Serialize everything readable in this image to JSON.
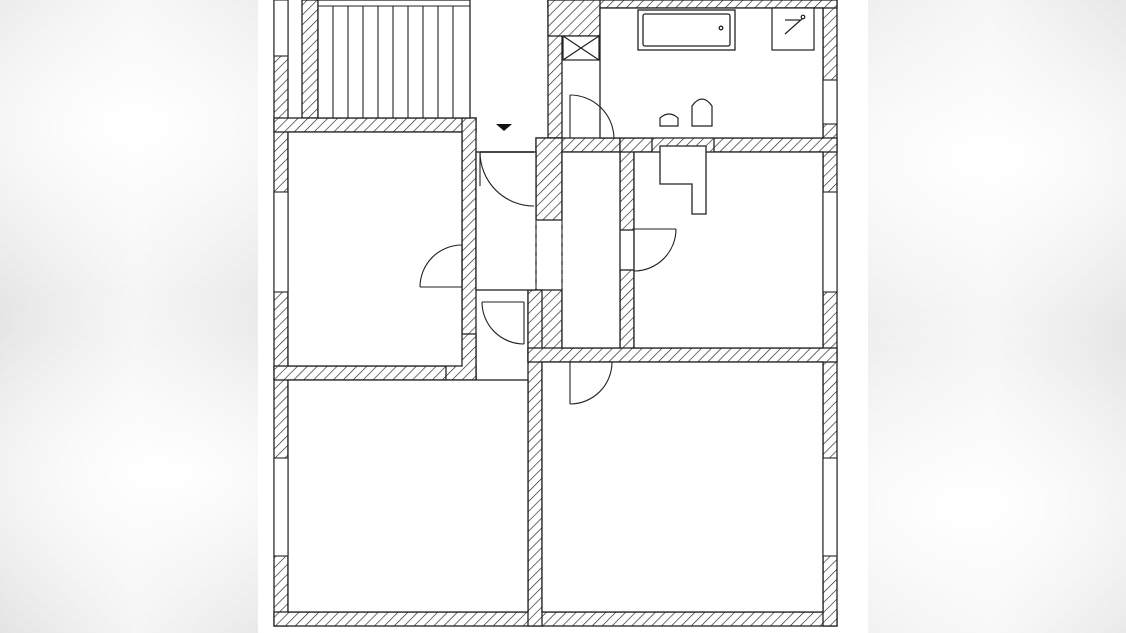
{
  "background": {
    "color": "#eeeeee",
    "panel_color": "#ffffff"
  },
  "plan": {
    "line_color": "#222222",
    "wall_fill": "hatched",
    "entrance_marker": "triangle-down",
    "rooms": [
      "staircase",
      "bathroom",
      "wc",
      "corridor",
      "hall",
      "room-upper-left",
      "room-upper-right",
      "room-lower-left",
      "room-lower-right"
    ],
    "fixtures": [
      "bathtub",
      "shower-tray",
      "toilet",
      "washbasin",
      "ventilation-shaft"
    ]
  }
}
